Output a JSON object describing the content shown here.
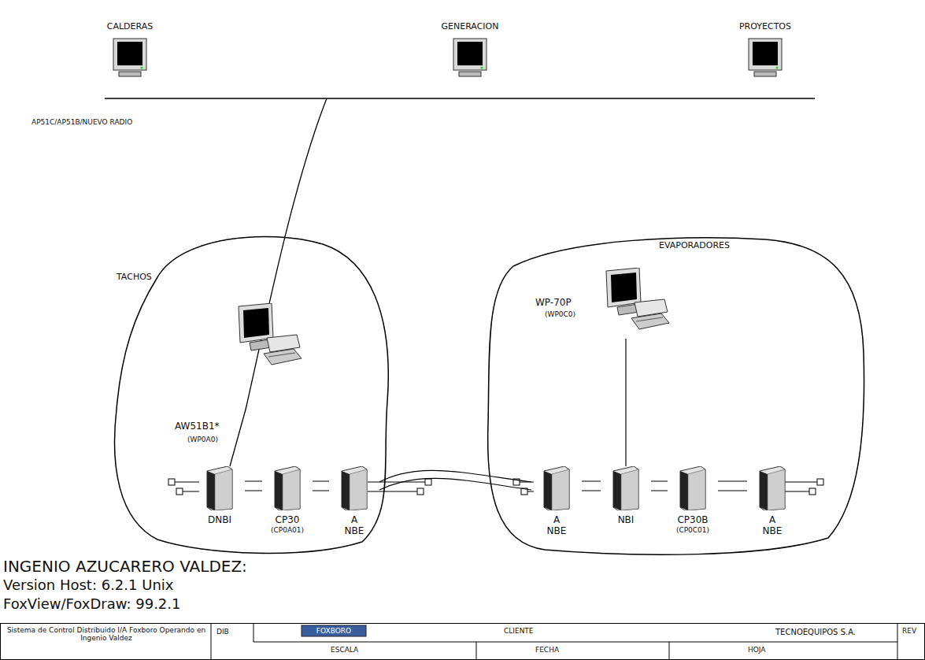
{
  "diagram": {
    "nodes": [
      {
        "text": [
          "CALDERAS"
        ]
      },
      {
        "text": [
          "GENERACION"
        ]
      },
      {
        "text": [
          "PROYECTOS"
        ]
      },
      {
        "text": [
          "TACHOS"
        ]
      },
      {
        "text": [
          "AW51B1*",
          "(WP0A0)"
        ],
        "in": 3
      },
      {
        "text": [
          "DNBI"
        ],
        "in": 3
      },
      {
        "text": [
          "CP30",
          "(CP0A01)"
        ],
        "in": 3
      },
      {
        "text": [
          "A",
          "NBE"
        ],
        "in": 3
      },
      {
        "text": [
          "EVAPORADORES"
        ]
      },
      {
        "text": [
          "WP-70P",
          "(WP0C0)"
        ],
        "in": 8
      },
      {
        "text": [
          "A",
          "NBE"
        ],
        "in": 8
      },
      {
        "text": [
          "NBI"
        ],
        "in": 8
      },
      {
        "text": [
          "CP30B",
          "(CP0C01)"
        ],
        "in": 8
      },
      {
        "text": [
          "A",
          "NBE"
        ],
        "in": 8
      }
    ],
    "edges": [
      {
        "from": 5,
        "to": 6,
        "arrow": "none"
      },
      {
        "from": 6,
        "to": 7,
        "arrow": "none"
      },
      {
        "from": 7,
        "to": 10,
        "arrow": "none"
      },
      {
        "from": 10,
        "to": 11,
        "arrow": "none"
      },
      {
        "from": 11,
        "to": 12,
        "arrow": "none"
      },
      {
        "from": 12,
        "to": 13,
        "arrow": "none"
      },
      {
        "from": 9,
        "to": 11,
        "arrow": "none"
      }
    ],
    "labels": [
      "AP51C/AP51B/NUEVO RADIO",
      "INGENIO AZUCARERO VALDEZ:",
      "Version Host: 6.2.1 Unix",
      "FoxView/FoxDraw: 99.2.1",
      "Sistema de Control Distribuido I/A Foxboro Operando en Ingenio Valdez",
      "DIB",
      "FOXBORO",
      "CLIENTE",
      "TECNOEQUIPOS S.A.",
      "REV",
      "ESCALA",
      "FECHA",
      "HOJA"
    ]
  }
}
